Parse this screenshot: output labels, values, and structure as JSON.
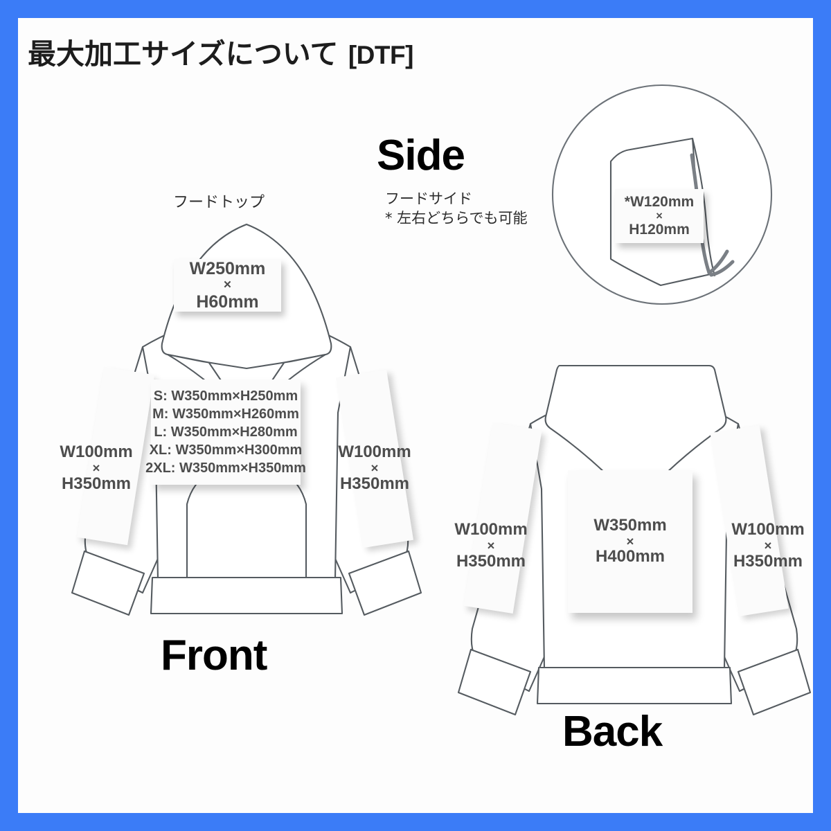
{
  "page": {
    "title_ja": "最大加工サイズについて",
    "title_tag": "[DTF]",
    "border_color": "#3b7cf7",
    "background_color": "#fdfdfd",
    "text_color": "#4d4d4d",
    "outline_color": "#555b60"
  },
  "views": {
    "front": {
      "label": "Front",
      "hood_top_note": "フードトップ",
      "hood_top_area": {
        "width": "W250mm",
        "sep": "×",
        "height": "H60mm"
      },
      "body_sizes": [
        "S: W350mm×H250mm",
        "M: W350mm×H260mm",
        "L: W350mm×H280mm",
        "XL: W350mm×H300mm",
        "2XL: W350mm×H350mm"
      ],
      "left_sleeve_area": {
        "width": "W100mm",
        "sep": "×",
        "height": "H350mm"
      },
      "right_sleeve_area": {
        "width": "W100mm",
        "sep": "×",
        "height": "H350mm"
      }
    },
    "side": {
      "label": "Side",
      "note_line1": "フードサイド",
      "note_line2": "* 左右どちらでも可能",
      "area": {
        "width": "*W120mm",
        "sep": "×",
        "height": "H120mm"
      }
    },
    "back": {
      "label": "Back",
      "body_area": {
        "width": "W350mm",
        "sep": "×",
        "height": "H400mm"
      },
      "left_sleeve_area": {
        "width": "W100mm",
        "sep": "×",
        "height": "H350mm"
      },
      "right_sleeve_area": {
        "width": "W100mm",
        "sep": "×",
        "height": "H350mm"
      }
    }
  }
}
